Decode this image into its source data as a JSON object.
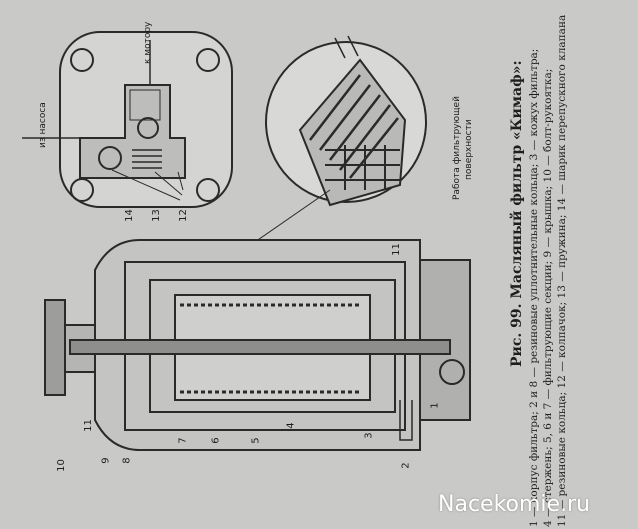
{
  "caption": {
    "title": "Рис. 99. Масляный фильтр «Кимаф»:",
    "lines": [
      "1 — корпус фильтра; 2 и 8 — резиновые уплотнительные кольца; 3 — кожух фильтра;",
      "4 — стержень; 5, 6 и 7 — фильтрующие секции; 9 — крышка; 10 — болт-рукоятка;",
      "11 — резиновые кольца; 12 — колпачок; 13 — пружина; 14 — шарик перепускного клапана"
    ]
  },
  "labels": {
    "to_motor": "к мотору",
    "from_pump": "из насоса",
    "detail_caption_1": "Работа фильтрующей",
    "detail_caption_2": "поверхности"
  },
  "part_numbers": {
    "n1": "1",
    "n2": "2",
    "n3": "3",
    "n4": "4",
    "n5": "5",
    "n6": "6",
    "n7": "7",
    "n8": "8",
    "n9": "9",
    "n10": "10",
    "n11a": "11",
    "n11b": "11",
    "n12": "12",
    "n13": "13",
    "n14": "14"
  },
  "watermark": "Nacekomie.ru"
}
